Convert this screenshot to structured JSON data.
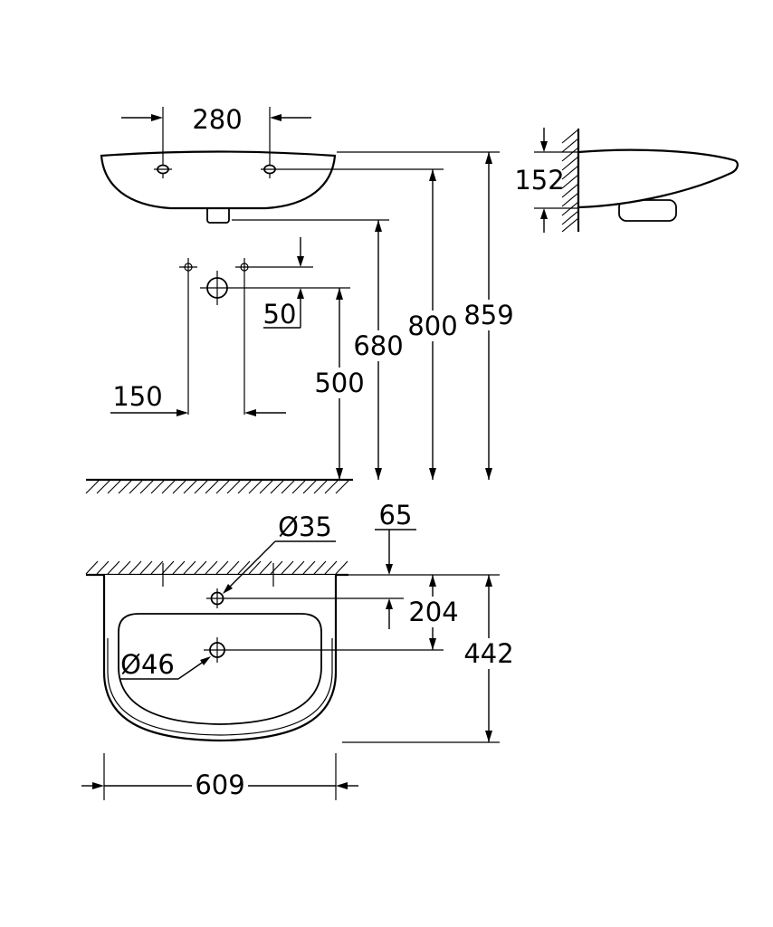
{
  "meta": {
    "ink": "#000000",
    "background": "#ffffff"
  },
  "views": {
    "front": {
      "label_280": "280",
      "label_50": "50",
      "label_150": "150",
      "label_500": "500",
      "label_680": "680",
      "label_800": "800",
      "label_859": "859"
    },
    "side": {
      "label_152": "152"
    },
    "plan": {
      "label_dia35": "Ø35",
      "label_65": "65",
      "label_204": "204",
      "label_442": "442",
      "label_dia46": "Ø46",
      "label_609": "609"
    }
  }
}
